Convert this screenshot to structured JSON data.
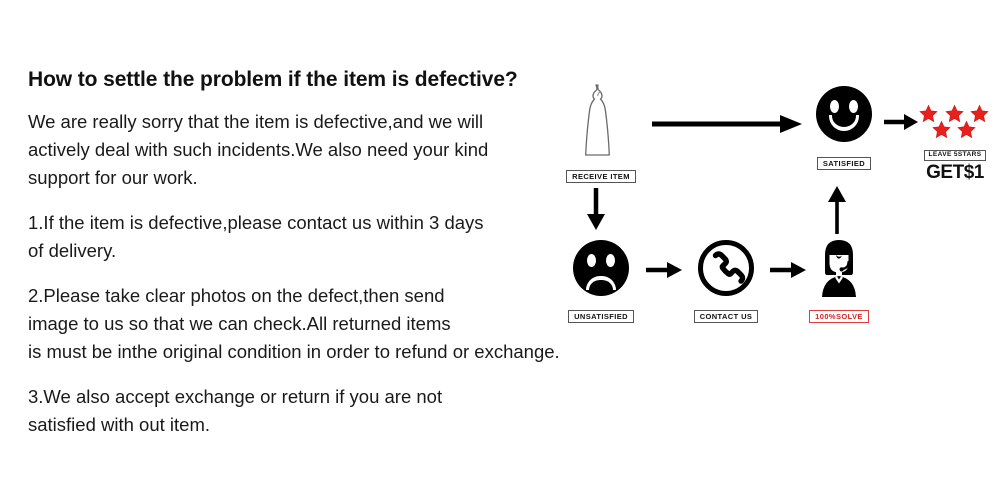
{
  "page": {
    "title": "How to settle the problem if the item is defective?",
    "background_color": "#ffffff",
    "text_color": "#1a1a1a"
  },
  "paragraphs": [
    {
      "id": "apology",
      "lines": [
        "We are really sorry that the item is defective,and we will",
        "actively deal with such incidents.We also need your kind",
        "support for our work."
      ]
    },
    {
      "id": "step-1",
      "lines": [
        "1.If the item is defective,please contact us within 3 days",
        "of delivery."
      ]
    },
    {
      "id": "step-2",
      "lines": [
        "2.Please take clear photos on the defect,then send",
        "image to us so that we can check.All returned items",
        "is must be inthe original condition in order to refund or exchange."
      ]
    },
    {
      "id": "step-3",
      "lines": [
        "3.We also accept exchange or return if you are not",
        "satisfied with out item."
      ]
    }
  ],
  "flowchart": {
    "nodes": [
      {
        "id": "receive-item",
        "icon": "dress-icon",
        "label": "RECEIVE ITEM"
      },
      {
        "id": "satisfied",
        "icon": "smiley-face-icon",
        "label": "SATISFIED"
      },
      {
        "id": "leave-stars",
        "icon": "five-stars-icon",
        "label": "LEAVE 5STARS",
        "caption": "GET$1",
        "star_count": 5
      },
      {
        "id": "unsatisfied",
        "icon": "sad-face-icon",
        "label": "UNSATISFIED"
      },
      {
        "id": "contact-us",
        "icon": "phone-icon",
        "label": "CONTACT US"
      },
      {
        "id": "solve",
        "icon": "support-agent-icon",
        "label": "100%SOLVE"
      }
    ],
    "arrows": [
      {
        "id": "receive-to-satisfied",
        "direction": "right"
      },
      {
        "id": "satisfied-to-stars",
        "direction": "right"
      },
      {
        "id": "receive-to-unsatisfied",
        "direction": "down"
      },
      {
        "id": "unsatisfied-to-contact",
        "direction": "right"
      },
      {
        "id": "contact-to-solve",
        "direction": "right"
      },
      {
        "id": "solve-to-satisfied",
        "direction": "up"
      }
    ],
    "colors": {
      "star": "#e8201e",
      "solve_label": "#d62222",
      "ink": "#000000"
    }
  }
}
